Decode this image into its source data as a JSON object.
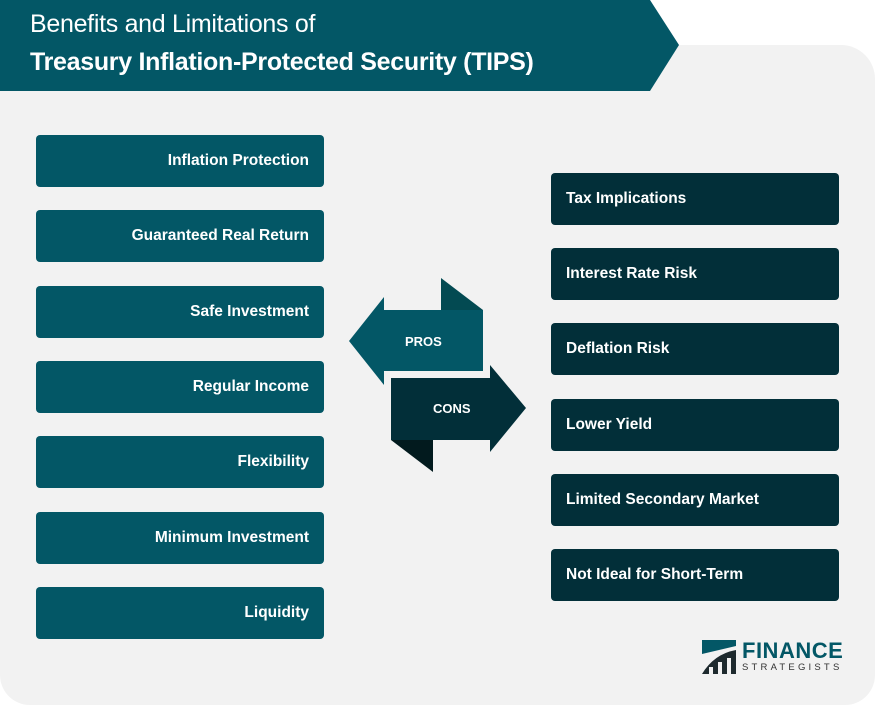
{
  "header": {
    "title_line1": "Benefits and Limitations of",
    "title_line2": "Treasury Inflation-Protected Security (TIPS)"
  },
  "pros": {
    "label": "PROS",
    "items": [
      "Inflation Protection",
      "Guaranteed Real Return",
      "Safe Investment",
      "Regular Income",
      "Flexibility",
      "Minimum Investment",
      "Liquidity"
    ]
  },
  "cons": {
    "label": "CONS",
    "items": [
      "Tax Implications",
      "Interest Rate Risk",
      "Deflation Risk",
      "Lower Yield",
      "Limited Secondary Market",
      "Not Ideal for Short-Term"
    ]
  },
  "logo": {
    "line1": "FINANCE",
    "line2": "STRATEGISTS"
  },
  "colors": {
    "pro": "#035766",
    "con": "#022f39",
    "panel": "#f2f2f2"
  }
}
